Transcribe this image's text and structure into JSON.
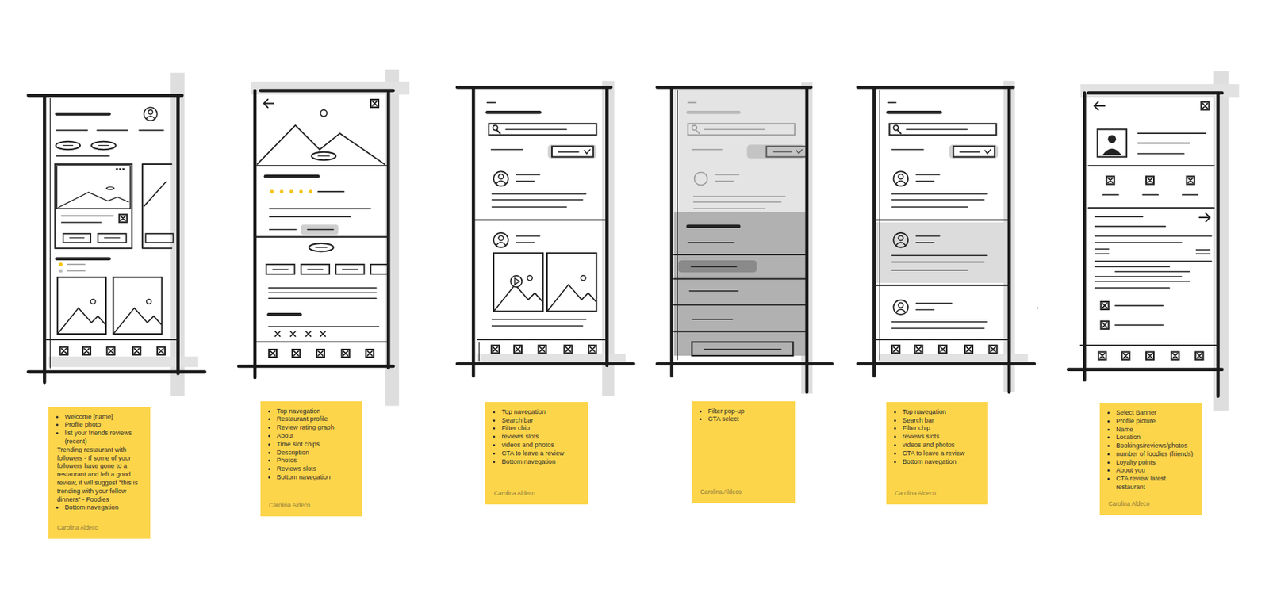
{
  "diagram": {
    "nodes": [
      {
        "text": [
          "Welcome [name]",
          "Profile photo",
          "list your friends reviews (recent)",
          "Trending restaurant with followers - If some of your followers have gone to a restaurant and left a good review, it will suggest \"this is trending with your fellow dinners\" - Foodies",
          "Bottom navegation",
          "Carolina Aldeco"
        ]
      },
      {
        "text": [
          "Top navegation",
          "Restaurant profile",
          "Review rating graph",
          "About",
          "Time slot chips",
          "Description",
          "Photos",
          "Reviews slots",
          "Bottom navegation",
          "Carolina Aldeco"
        ]
      },
      {
        "text": [
          "Top navegation",
          "Search bar",
          "Filter chip",
          "reviews slots",
          "videos and photos",
          "CTA to leave a review",
          "Bottom navegation",
          "Carolina Aldeco"
        ]
      },
      {
        "text": [
          "Filter pop-up",
          "CTA select",
          "Carolina Aldeco"
        ]
      },
      {
        "text": [
          "Top navegation",
          "Search bar",
          "Filter chip",
          "reviews slots",
          "videos and photos",
          "CTA to leave a review",
          "Bottom navegation",
          "Carolina Aldeco"
        ]
      },
      {
        "text": [
          "Select Banner",
          "Profile picture",
          "Name",
          "Location",
          "Bookings/reviews/photos",
          "number of foodies (friends)",
          "Loyalty points",
          "About you",
          "CTA review latest restaurant",
          "Carolina Aldeco"
        ]
      }
    ],
    "edges": []
  }
}
